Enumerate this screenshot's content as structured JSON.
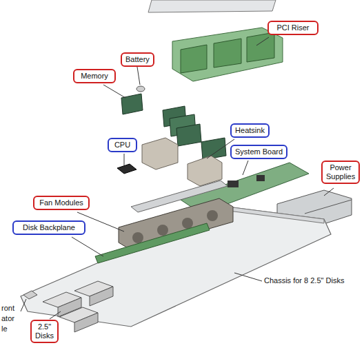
{
  "diagram": {
    "nodes": [
      {
        "text": [
          "PCI Riser"
        ]
      },
      {
        "text": [
          "Battery"
        ]
      },
      {
        "text": [
          "Memory"
        ]
      },
      {
        "text": [
          "CPU"
        ]
      },
      {
        "text": [
          "Heatsink"
        ]
      },
      {
        "text": [
          "System Board"
        ]
      },
      {
        "text": [
          "Power Supplies"
        ]
      },
      {
        "text": [
          "Fan Modules"
        ]
      },
      {
        "text": [
          "Disk Backplane"
        ]
      },
      {
        "text": [
          "2.5\" Disks"
        ]
      }
    ],
    "labels": [
      "Chassis for 8 2.5\" Disks",
      "ront ator le"
    ]
  }
}
